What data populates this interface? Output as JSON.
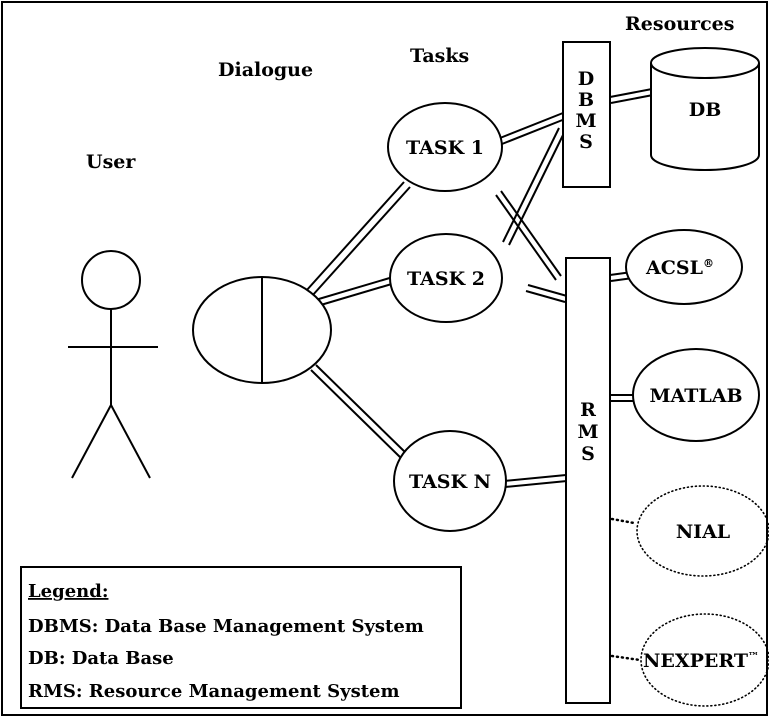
{
  "labels": {
    "user": "User",
    "dialogue": "Dialogue",
    "tasks": "Tasks",
    "resources": "Resources"
  },
  "tasks": [
    "TASK 1",
    "TASK 2",
    "TASK N"
  ],
  "dbms_label": "DBMS",
  "rms_label": "RMS",
  "db_label": "DB",
  "resources": [
    {
      "label": "ACSL",
      "mark": "®",
      "available": true
    },
    {
      "label": "MATLAB",
      "mark": "",
      "available": true
    },
    {
      "label": "NIAL",
      "mark": "",
      "available": false
    },
    {
      "label": "NEXPERT",
      "mark": "™",
      "available": false
    }
  ],
  "legend": {
    "title": "Legend:",
    "items": [
      "DBMS: Data Base Management System",
      "DB: Data Base",
      "RMS: Resource Management System"
    ]
  }
}
